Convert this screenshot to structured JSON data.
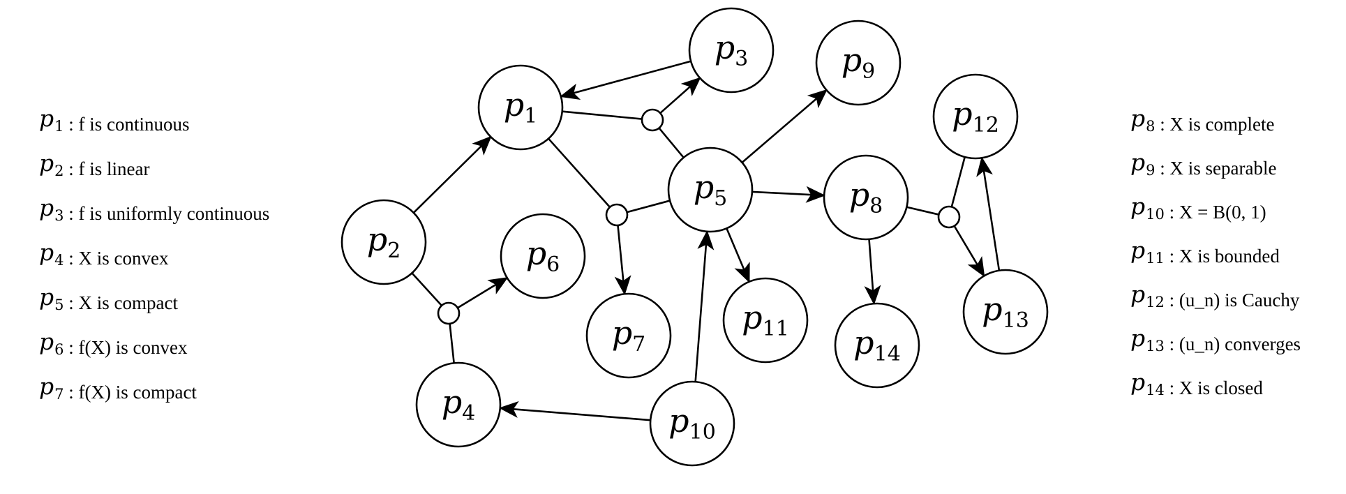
{
  "legend_left": [
    {
      "sym": "p",
      "sub": "1",
      "desc": ": f is continuous"
    },
    {
      "sym": "p",
      "sub": "2",
      "desc": ": f is linear"
    },
    {
      "sym": "p",
      "sub": "3",
      "desc": ": f is uniformly continuous"
    },
    {
      "sym": "p",
      "sub": "4",
      "desc": ": X is convex"
    },
    {
      "sym": "p",
      "sub": "5",
      "desc": ": X is compact"
    },
    {
      "sym": "p",
      "sub": "6",
      "desc": ": f(X) is convex"
    },
    {
      "sym": "p",
      "sub": "7",
      "desc": ": f(X) is compact"
    }
  ],
  "legend_right": [
    {
      "sym": "p",
      "sub": "8",
      "desc": ": X is complete"
    },
    {
      "sym": "p",
      "sub": "9",
      "desc": ": X is separable"
    },
    {
      "sym": "p",
      "sub": "10",
      "desc": ": X = B(0, 1)"
    },
    {
      "sym": "p",
      "sub": "11",
      "desc": ": X is bounded"
    },
    {
      "sym": "p",
      "sub": "12",
      "desc": ": (u_n) is Cauchy"
    },
    {
      "sym": "p",
      "sub": "13",
      "desc": ": (u_n) converges"
    },
    {
      "sym": "p",
      "sub": "14",
      "desc": ": X is closed"
    }
  ],
  "nodes": [
    {
      "id": "p1",
      "sym": "p",
      "sub": "1"
    },
    {
      "id": "p2",
      "sym": "p",
      "sub": "2"
    },
    {
      "id": "p3",
      "sym": "p",
      "sub": "3"
    },
    {
      "id": "p4",
      "sym": "p",
      "sub": "4"
    },
    {
      "id": "p5",
      "sym": "p",
      "sub": "5"
    },
    {
      "id": "p6",
      "sym": "p",
      "sub": "6"
    },
    {
      "id": "p7",
      "sym": "p",
      "sub": "7"
    },
    {
      "id": "p8",
      "sym": "p",
      "sub": "8"
    },
    {
      "id": "p9",
      "sym": "p",
      "sub": "9"
    },
    {
      "id": "p10",
      "sym": "p",
      "sub": "10"
    },
    {
      "id": "p11",
      "sym": "p",
      "sub": "11"
    },
    {
      "id": "p12",
      "sym": "p",
      "sub": "12"
    },
    {
      "id": "p13",
      "sym": "p",
      "sub": "13"
    },
    {
      "id": "p14",
      "sym": "p",
      "sub": "14"
    }
  ],
  "implications": [
    {
      "id": "j1",
      "from": [
        "p1",
        "p5"
      ],
      "to": [
        "p3"
      ]
    },
    {
      "id": "j2",
      "from": [
        "p1",
        "p5"
      ],
      "to": [
        "p7"
      ]
    },
    {
      "id": "j3",
      "from": [
        "p2",
        "p4"
      ],
      "to": [
        "p6"
      ]
    },
    {
      "id": "j4",
      "from": [
        "p8",
        "p12"
      ],
      "to": [
        "p13"
      ]
    },
    {
      "from": [
        "p3"
      ],
      "to": [
        "p1"
      ]
    },
    {
      "from": [
        "p2"
      ],
      "to": [
        "p1"
      ]
    },
    {
      "from": [
        "p5"
      ],
      "to": [
        "p9"
      ]
    },
    {
      "from": [
        "p5"
      ],
      "to": [
        "p8"
      ]
    },
    {
      "from": [
        "p5"
      ],
      "to": [
        "p11"
      ]
    },
    {
      "from": [
        "p10"
      ],
      "to": [
        "p5"
      ]
    },
    {
      "from": [
        "p10"
      ],
      "to": [
        "p4"
      ]
    },
    {
      "from": [
        "p8"
      ],
      "to": [
        "p14"
      ]
    },
    {
      "from": [
        "p13"
      ],
      "to": [
        "p12"
      ]
    }
  ]
}
